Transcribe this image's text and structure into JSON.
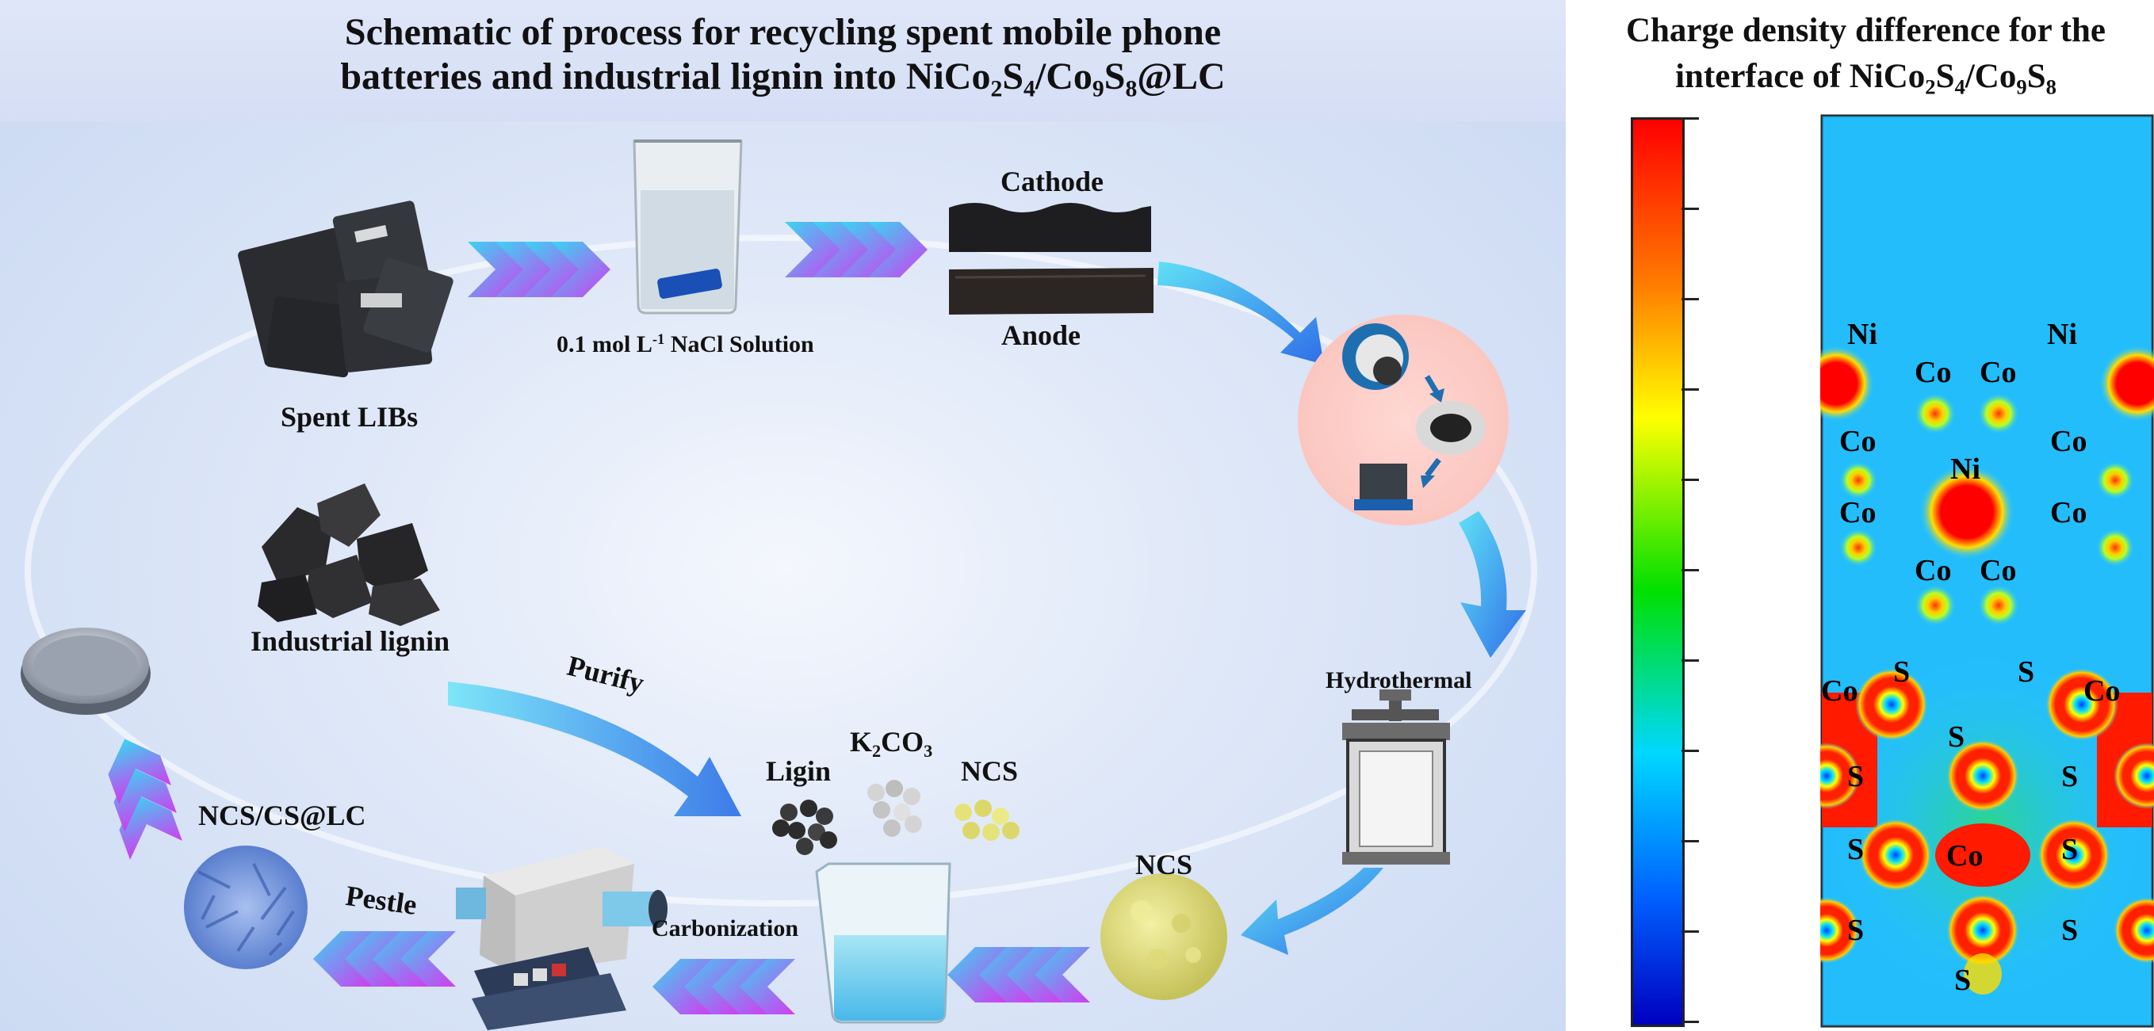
{
  "left_panel": {
    "title_line1": "Schematic of process for recycling spent mobile phone",
    "title_line2_prefix": "batteries and industrial lignin into NiCo",
    "title_sub1": "2",
    "title_s1": "S",
    "title_sub2": "4",
    "title_mid": "/Co",
    "title_sub3": "9",
    "title_s2": "S",
    "title_sub4": "8",
    "title_suffix": "@LC",
    "labels": {
      "spent_libs": "Spent LIBs",
      "nacl_prefix": "0.1 mol L",
      "nacl_sup": "-1",
      "nacl_suffix": " NaCl Solution",
      "cathode": "Cathode",
      "anode": "Anode",
      "hydrothermal": "Hydrothermal",
      "industrial_lignin": "Industrial lignin",
      "purify": "Purify",
      "ligin": "Ligin",
      "k2co3_k": "K",
      "k2co3_2": "2",
      "k2co3_co": "CO",
      "k2co3_3": "3",
      "ncs_small": "NCS",
      "ncs_large": "NCS",
      "ncs_cs_lc": "NCS/CS@LC",
      "pestle": "Pestle",
      "carbonization": "Carbonization"
    },
    "colors": {
      "arrow_start": "#38d6f2",
      "arrow_end": "#d23cf0",
      "flow_arrow": "#3aa0ea"
    }
  },
  "right_panel": {
    "title_line1": "Charge density difference for the",
    "title_line2_prefix": "interface of NiCo",
    "title_sub1": "2",
    "title_s1": "S",
    "title_sub2": "4",
    "title_mid": "/Co",
    "title_sub3": "9",
    "title_s2": "S",
    "title_sub4": "8",
    "atoms": [
      "Ni",
      "Ni",
      "Co",
      "Co",
      "Co",
      "Co",
      "Ni",
      "Co",
      "Co",
      "Co",
      "Co",
      "Co",
      "S",
      "S",
      "Co",
      "S",
      "S",
      "S",
      "S",
      "Co",
      "S",
      "S",
      "S",
      "S"
    ],
    "colorbar": [
      "#ff0000",
      "#ffaa00",
      "#ffff00",
      "#00e000",
      "#00d8ff",
      "#0000c0"
    ]
  }
}
